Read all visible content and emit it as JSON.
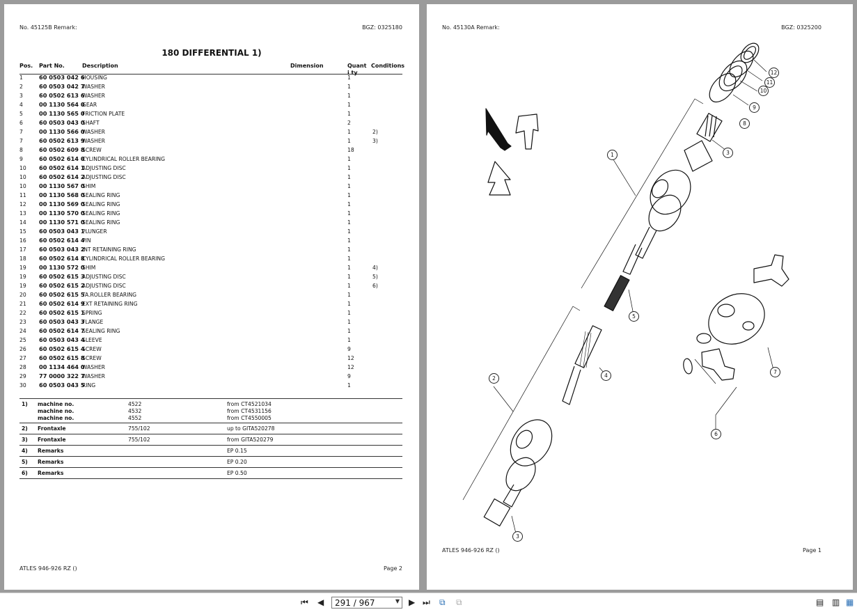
{
  "left_page": {
    "header_left": "No. 45125B   Remark:",
    "header_right": "BGZ: 0325180",
    "title": "180 DIFFERENTIAL  1)",
    "columns": [
      "Pos.",
      "Part No.",
      "Description",
      "Dimension",
      "Quanti ty",
      "Conditions"
    ],
    "rows": [
      {
        "pos": "1",
        "part": "60 0503 042 6",
        "desc": "HOUSING",
        "qty": "1",
        "cond": ""
      },
      {
        "pos": "2",
        "part": "60 0503 042 7",
        "desc": "WASHER",
        "qty": "1",
        "cond": ""
      },
      {
        "pos": "3",
        "part": "60 0502 613 6",
        "desc": "WASHER",
        "qty": "1",
        "cond": ""
      },
      {
        "pos": "4",
        "part": "00 1130 564 0",
        "desc": "GEAR",
        "qty": "1",
        "cond": ""
      },
      {
        "pos": "5",
        "part": "00 1130 565 0",
        "desc": "FRICTION PLATE",
        "qty": "1",
        "cond": ""
      },
      {
        "pos": "6",
        "part": "60 0503 043 0",
        "desc": "SHAFT",
        "qty": "2",
        "cond": ""
      },
      {
        "pos": "7",
        "part": "00 1130 566 0",
        "desc": "WASHER",
        "qty": "1",
        "cond": "2)"
      },
      {
        "pos": "7",
        "part": "60 0502 613 9",
        "desc": "WASHER",
        "qty": "1",
        "cond": "3)"
      },
      {
        "pos": "8",
        "part": "60 0502 609 8",
        "desc": "SCREW",
        "qty": "18",
        "cond": ""
      },
      {
        "pos": "9",
        "part": "60 0502 614 0",
        "desc": "CYLINDRICAL ROLLER BEARING",
        "qty": "1",
        "cond": ""
      },
      {
        "pos": "10",
        "part": "60 0502 614 1",
        "desc": "ADJUSTING DISC",
        "qty": "1",
        "cond": ""
      },
      {
        "pos": "10",
        "part": "60 0502 614 2",
        "desc": "ADJUSTING DISC",
        "qty": "1",
        "cond": ""
      },
      {
        "pos": "10",
        "part": "00 1130 567 0",
        "desc": "SHIM",
        "qty": "1",
        "cond": ""
      },
      {
        "pos": "11",
        "part": "00 1130 568 0",
        "desc": "SEALING RING",
        "qty": "1",
        "cond": ""
      },
      {
        "pos": "12",
        "part": "00 1130 569 0",
        "desc": "SEALING RING",
        "qty": "1",
        "cond": ""
      },
      {
        "pos": "13",
        "part": "00 1130 570 0",
        "desc": "SEALING RING",
        "qty": "1",
        "cond": ""
      },
      {
        "pos": "14",
        "part": "00 1130 571 0",
        "desc": "SEALING RING",
        "qty": "1",
        "cond": ""
      },
      {
        "pos": "15",
        "part": "60 0503 043 1",
        "desc": "PLUNGER",
        "qty": "1",
        "cond": ""
      },
      {
        "pos": "16",
        "part": "60 0502 614 4",
        "desc": "PIN",
        "qty": "1",
        "cond": ""
      },
      {
        "pos": "17",
        "part": "60 0503 043 2",
        "desc": "INT RETAINING RING",
        "qty": "1",
        "cond": ""
      },
      {
        "pos": "18",
        "part": "60 0502 614 8",
        "desc": "CYLINDRICAL ROLLER BEARING",
        "qty": "1",
        "cond": ""
      },
      {
        "pos": "19",
        "part": "00 1130 572 0",
        "desc": "SHIM",
        "qty": "1",
        "cond": "4)"
      },
      {
        "pos": "19",
        "part": "60 0502 615 3",
        "desc": "ADJUSTING DISC",
        "qty": "1",
        "cond": "5)"
      },
      {
        "pos": "19",
        "part": "60 0502 615 2",
        "desc": "ADJUSTING DISC",
        "qty": "1",
        "cond": "6)"
      },
      {
        "pos": "20",
        "part": "60 0502 615 5",
        "desc": "TA.ROLLER BEARING",
        "qty": "1",
        "cond": ""
      },
      {
        "pos": "21",
        "part": "60 0502 614 9",
        "desc": "EXT RETAINING RING",
        "qty": "1",
        "cond": ""
      },
      {
        "pos": "22",
        "part": "60 0502 615 1",
        "desc": "SPRING",
        "qty": "1",
        "cond": ""
      },
      {
        "pos": "23",
        "part": "60 0503 043 3",
        "desc": "FLANGE",
        "qty": "1",
        "cond": ""
      },
      {
        "pos": "24",
        "part": "60 0502 614 7",
        "desc": "SEALING RING",
        "qty": "1",
        "cond": ""
      },
      {
        "pos": "25",
        "part": "60 0503 043 4",
        "desc": "SLEEVE",
        "qty": "1",
        "cond": ""
      },
      {
        "pos": "26",
        "part": "60 0502 615 4",
        "desc": "SCREW",
        "qty": "9",
        "cond": ""
      },
      {
        "pos": "27",
        "part": "60 0502 615 8",
        "desc": "SCREW",
        "qty": "12",
        "cond": ""
      },
      {
        "pos": "28",
        "part": "00 1134 464 0",
        "desc": "WASHER",
        "qty": "12",
        "cond": ""
      },
      {
        "pos": "29",
        "part": "77 0000 322 7",
        "desc": "WASHER",
        "qty": "9",
        "cond": ""
      },
      {
        "pos": "30",
        "part": "60 0503 043 5",
        "desc": "RING",
        "qty": "1",
        "cond": ""
      }
    ],
    "notes": [
      {
        "num": "1)",
        "lines": [
          {
            "key": "machine no.",
            "val": "4522",
            "range": "from CT4521034"
          },
          {
            "key": "machine no.",
            "val": "4532",
            "range": "from CT4531156"
          },
          {
            "key": "machine no.",
            "val": "4552",
            "range": "from CT4550005"
          }
        ]
      },
      {
        "num": "2)",
        "lines": [
          {
            "key": "Frontaxle",
            "val": "755/102",
            "range": "up to GITA520278"
          }
        ]
      },
      {
        "num": "3)",
        "lines": [
          {
            "key": "Frontaxle",
            "val": "755/102",
            "range": "from GITA520279"
          }
        ]
      },
      {
        "num": "4)",
        "lines": [
          {
            "key": "Remarks",
            "val": "",
            "range": "EP 0.15"
          }
        ]
      },
      {
        "num": "5)",
        "lines": [
          {
            "key": "Remarks",
            "val": "",
            "range": "EP 0.20"
          }
        ]
      },
      {
        "num": "6)",
        "lines": [
          {
            "key": "Remarks",
            "val": "",
            "range": "EP 0.50"
          }
        ]
      }
    ],
    "footer_left": "ATLES 946-926 RZ ()",
    "footer_right": "Page 2"
  },
  "right_page": {
    "header_left": "No. 45130A   Remark:",
    "header_right": "BGZ: 0325200",
    "callouts": [
      "1",
      "2",
      "3",
      "3",
      "4",
      "5",
      "6",
      "7",
      "8",
      "9",
      "10",
      "11",
      "12"
    ],
    "footer_left": "ATLES 946-926 RZ ()",
    "footer_right": "Page 1"
  },
  "toolbar": {
    "page_value": "291 / 967",
    "first_icon": "first-page-icon",
    "prev_icon": "previous-page-icon",
    "next_icon": "next-page-icon",
    "last_icon": "last-page-icon"
  }
}
